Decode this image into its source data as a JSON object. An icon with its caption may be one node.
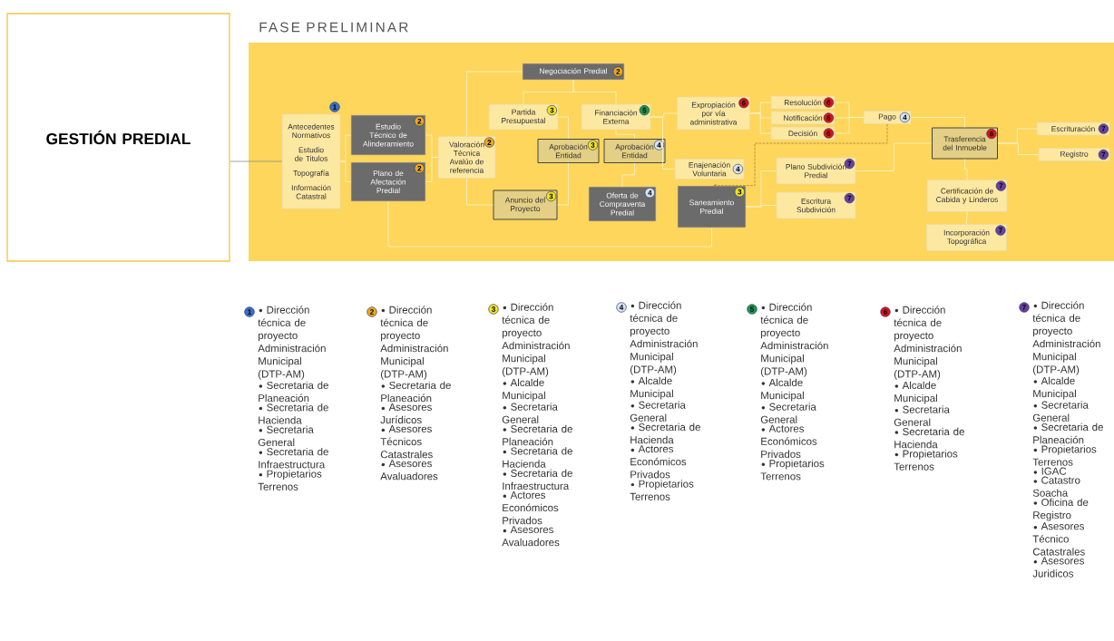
{
  "diagram": {
    "title": "FASE PRELIMINAR",
    "nodes": [
      {
        "text": [
          "GESTIÓN PREDIAL"
        ]
      },
      {
        "text": [
          "1",
          "Antecedentes Normativos",
          "Estudio de Titulos",
          "Topografía",
          "Información Catastral"
        ]
      },
      {
        "text": [
          "2",
          "Estudio Técnico de Alinderamiento"
        ]
      },
      {
        "text": [
          "2",
          "Plano de Afectación Predial"
        ]
      },
      {
        "text": [
          "Valoración Técnica Avalúo de referencia",
          "2"
        ]
      },
      {
        "text": [
          "Negociación Predial",
          "2"
        ]
      },
      {
        "text": [
          "Partida Presupuestal",
          "3"
        ]
      },
      {
        "text": [
          "5",
          "Financiación Externa"
        ]
      },
      {
        "text": [
          "Aprobación Entidad",
          "3"
        ]
      },
      {
        "text": [
          "Aprobación Entidad",
          "4"
        ]
      },
      {
        "text": [
          "3",
          "Anuncio del Proyecto"
        ]
      },
      {
        "text": [
          "Oferta de Compraventa Predial",
          "4"
        ]
      },
      {
        "text": [
          "Expropiación por vía administrativa",
          "6"
        ]
      },
      {
        "text": [
          "Enajenación Voluntaria",
          "4"
        ]
      },
      {
        "text": [
          "3",
          "Saneamiento Predial"
        ]
      },
      {
        "text": [
          "Resolución",
          "6"
        ]
      },
      {
        "text": [
          "Notificación",
          "6"
        ]
      },
      {
        "text": [
          "Decisión",
          "6"
        ]
      },
      {
        "text": [
          "Pago",
          "4"
        ]
      },
      {
        "text": [
          "7",
          "Plano Subdivición Predial"
        ]
      },
      {
        "text": [
          "7",
          "Escritura Subdivición"
        ]
      },
      {
        "text": [
          "6",
          "Trasferencia del Inmueble"
        ]
      },
      {
        "text": [
          "Escrituración",
          "7"
        ]
      },
      {
        "text": [
          "Registro",
          "7"
        ]
      },
      {
        "text": [
          "7",
          "Certificación de Cabida y Linderos"
        ]
      },
      {
        "text": [
          "Incorporación Topográfica",
          "7"
        ]
      }
    ],
    "edges": [
      {
        "from": 0,
        "to": 1,
        "arrow": "none",
        "color": "#8c8c8c"
      },
      {
        "from": 1,
        "to": 2,
        "arrow": "none"
      },
      {
        "from": 1,
        "to": 3,
        "arrow": "none"
      },
      {
        "from": 2,
        "to": 4,
        "arrow": "none"
      },
      {
        "from": 3,
        "to": 4,
        "arrow": "none"
      },
      {
        "from": 4,
        "to": 5,
        "arrow": "none"
      },
      {
        "from": 4,
        "to": 10,
        "arrow": "none"
      },
      {
        "from": 5,
        "to": 6,
        "arrow": "none"
      },
      {
        "from": 5,
        "to": 7,
        "arrow": "none"
      },
      {
        "from": 6,
        "to": 8,
        "arrow": "none"
      },
      {
        "from": 7,
        "to": 9,
        "arrow": "none"
      },
      {
        "from": 8,
        "to": 10,
        "arrow": "none"
      },
      {
        "from": 9,
        "to": 11,
        "arrow": "none"
      },
      {
        "from": 3,
        "to": 14,
        "arrow": "none"
      },
      {
        "from": 7,
        "to": 12,
        "arrow": "none"
      },
      {
        "from": 7,
        "to": 13,
        "arrow": "none"
      },
      {
        "from": 12,
        "to": 15,
        "arrow": "none"
      },
      {
        "from": 12,
        "to": 16,
        "arrow": "none"
      },
      {
        "from": 12,
        "to": 17,
        "arrow": "none"
      },
      {
        "from": 15,
        "to": 18,
        "arrow": "none"
      },
      {
        "from": 16,
        "to": 18,
        "arrow": "none"
      },
      {
        "from": 17,
        "to": 18,
        "arrow": "none"
      },
      {
        "from": 18,
        "to": 14,
        "arrow": "to",
        "style": "dashed",
        "color": "#a8843a"
      },
      {
        "from": 14,
        "to": 19,
        "arrow": "none"
      },
      {
        "from": 14,
        "to": 20,
        "arrow": "none"
      },
      {
        "from": 19,
        "to": 21,
        "arrow": "none"
      },
      {
        "from": 18,
        "to": 21,
        "arrow": "none"
      },
      {
        "from": 21,
        "to": 22,
        "arrow": "none"
      },
      {
        "from": 21,
        "to": 23,
        "arrow": "none"
      },
      {
        "from": 21,
        "to": 24,
        "arrow": "none"
      },
      {
        "from": 24,
        "to": 25,
        "arrow": "none"
      }
    ],
    "labels": [
      "1",
      "Dirección técnica de proyecto Administración Municipal (DTP-AM)",
      "Secretaria de Planeación",
      "Secretaria de Hacienda",
      "Secretaria General",
      "Secretaria de Infraestructura",
      "Propietarios Terrenos",
      "2",
      "Dirección técnica de proyecto Administración Municipal (DTP-AM)",
      "Secretaria de Planeación",
      "Asesores Jurídicos",
      "Asesores Técnicos Catastrales",
      "Asesores Avaluadores",
      "3",
      "Dirección técnica de proyecto Administración Municipal (DTP-AM)",
      "Alcalde Municipal",
      "Secretaria General",
      "Secretaria de Planeación",
      "Secretaria de Hacienda",
      "Secretaria de Infraestructura",
      "Actores Económicos Privados",
      "Asesores Avaluadores",
      "4",
      "Dirección técnica de proyecto Administración Municipal (DTP-AM)",
      "Alcalde Municipal",
      "Secretaria General",
      "Secretaria de Hacienda",
      "Actores Económicos Privados",
      "Propietarios Terrenos",
      "5",
      "Dirección técnica de proyecto Administración Municipal (DTP-AM)",
      "Alcalde Municipal",
      "Secretaria General",
      "Actores Económicos Privados",
      "Propietarios Terrenos",
      "6",
      "Dirección técnica de proyecto Administración Municipal (DTP-AM)",
      "Alcalde Municipal",
      "Secretaria General",
      "Secretaria de Hacienda",
      "Propietarios Terrenos",
      "7",
      "Dirección técnica de proyecto Administración Municipal (DTP-AM)",
      "Alcalde Municipal",
      "Secretaria General",
      "Secretaria de Planeación",
      "Propietarios Terrenos",
      "IGAC",
      "Catastro Soacha",
      "Oficina de Registro",
      "Asesores Técnico Catastrales",
      "Asesores Juridicos"
    ]
  }
}
